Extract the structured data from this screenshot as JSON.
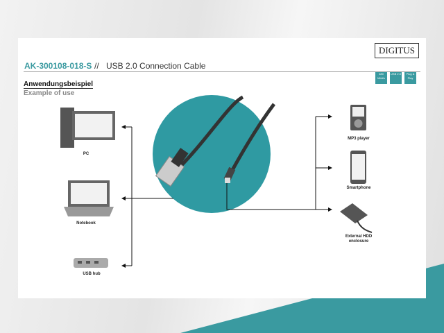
{
  "header": {
    "product_code": "AK-300108-018-S",
    "separator": "//",
    "title": "USB 2.0 Connection Cable",
    "brand": "DIGITUS"
  },
  "section": {
    "heading": "Anwendungsbeispiel",
    "subheading": "Example of use"
  },
  "badges": [
    {
      "label": "480 Mbit/s"
    },
    {
      "label": "USB 2.0"
    },
    {
      "label": "Plug & Play"
    }
  ],
  "devices": {
    "left": [
      "PC",
      "Notebook",
      "USB hub"
    ],
    "right": [
      "MP3 player",
      "Smartphone",
      "External HDD enclosure"
    ]
  },
  "colors": {
    "accent": "#3a9aa0",
    "circle": "#2f9aa2"
  }
}
